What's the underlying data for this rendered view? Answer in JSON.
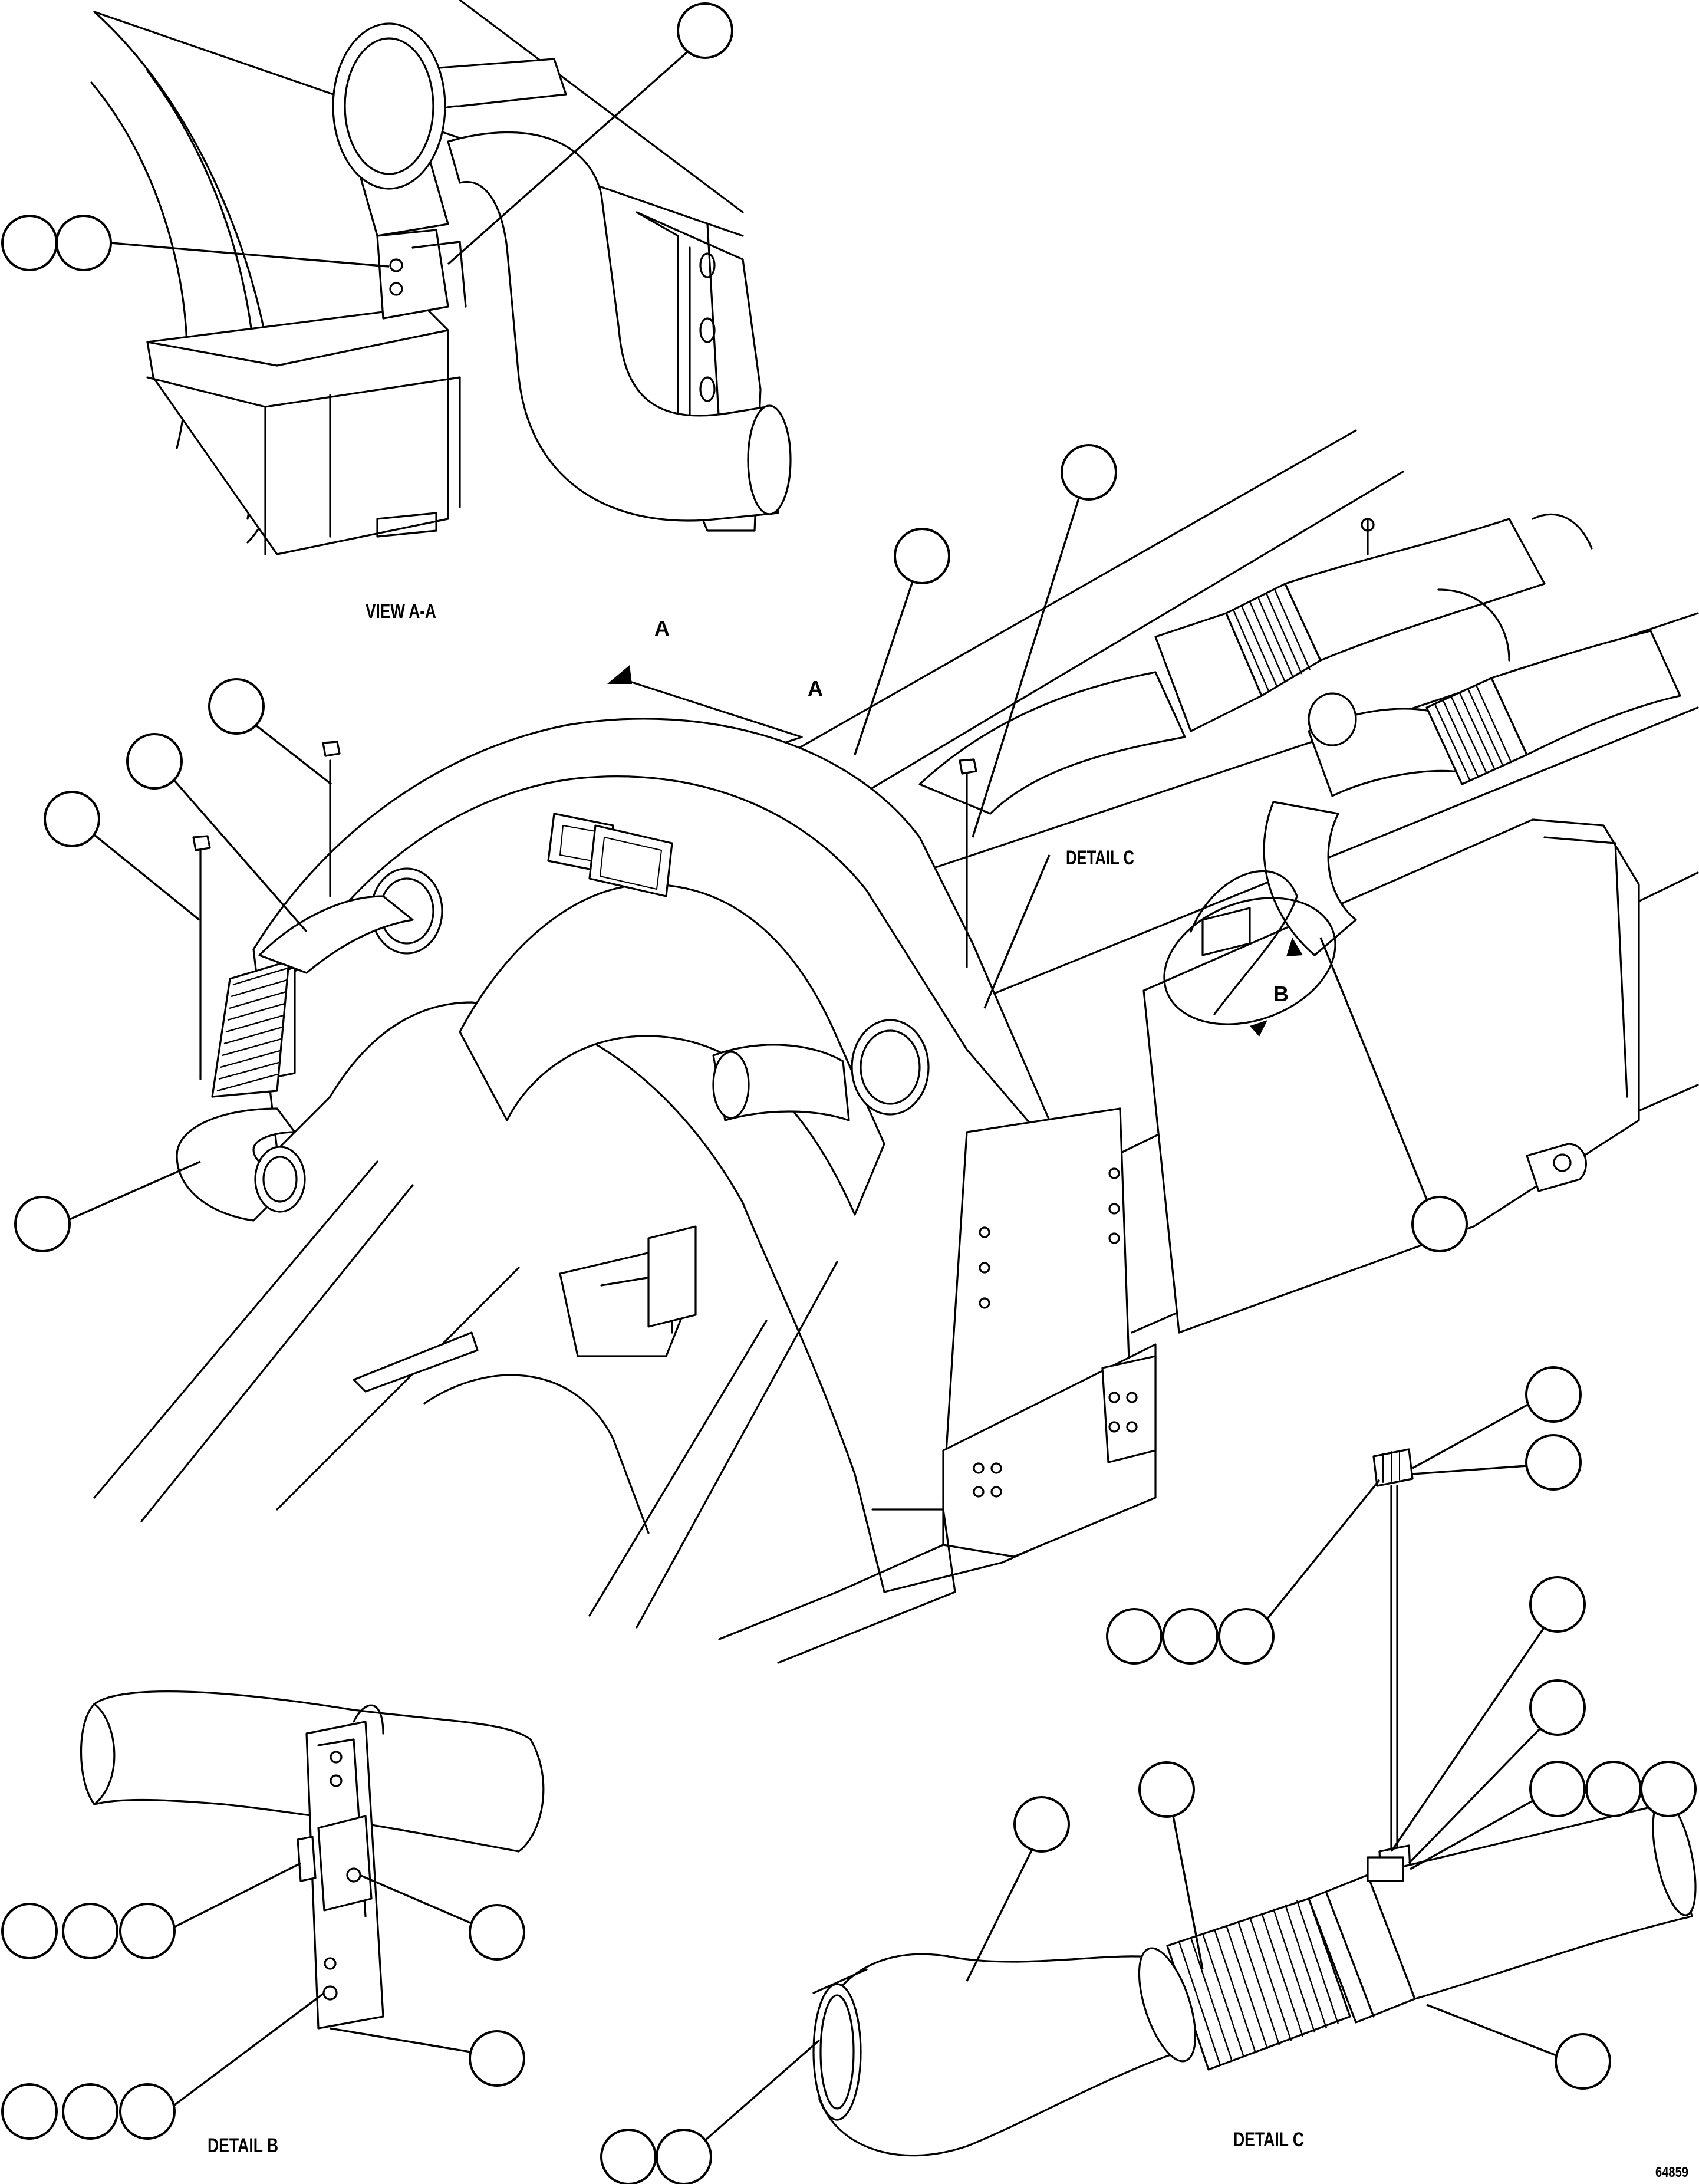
{
  "labels": {
    "view_aa": "VIEW A-A",
    "detail_c_main": "DETAIL C",
    "detail_b": "DETAIL B",
    "detail_c": "DETAIL C",
    "section_a_left": "A",
    "section_a_right": "A",
    "detail_b_marker": "B",
    "drawing_number": "64859"
  },
  "icons": {
    "section_arrow": "arrow-head-icon",
    "callout_bubble": "callout-circle-icon"
  },
  "colors": {
    "line": "#000000",
    "background": "#ffffff"
  }
}
